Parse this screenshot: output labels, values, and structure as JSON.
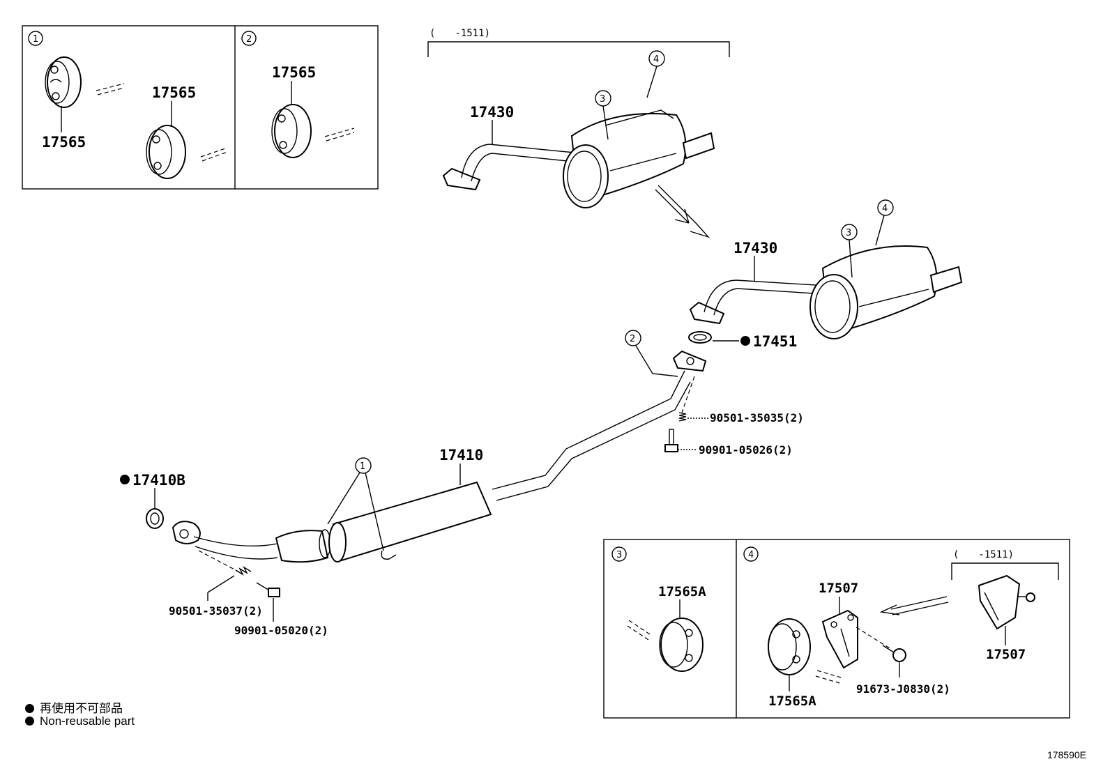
{
  "callouts": {
    "c1": "1",
    "c2": "2",
    "c3": "3",
    "c4": "4"
  },
  "parts": {
    "p17565": "17565",
    "p17565a": "17565A",
    "p17430": "17430",
    "p17451": "17451",
    "p17410": "17410",
    "p17410b": "17410B",
    "p17507": "17507",
    "p90501_35035": "90501-35035(2)",
    "p90901_05026": "90901-05026(2)",
    "p90501_35037": "90501-35037(2)",
    "p90901_05020": "90901-05020(2)",
    "p91673_j0830": "91673-J0830(2)"
  },
  "ranges": {
    "to_1511": "(　　-1511)"
  },
  "legend": {
    "jp": "再使用不可部品",
    "en": "Non-reusable part"
  },
  "figure_code": "178590E",
  "colors": {
    "ink": "#000000",
    "paper": "#ffffff"
  }
}
